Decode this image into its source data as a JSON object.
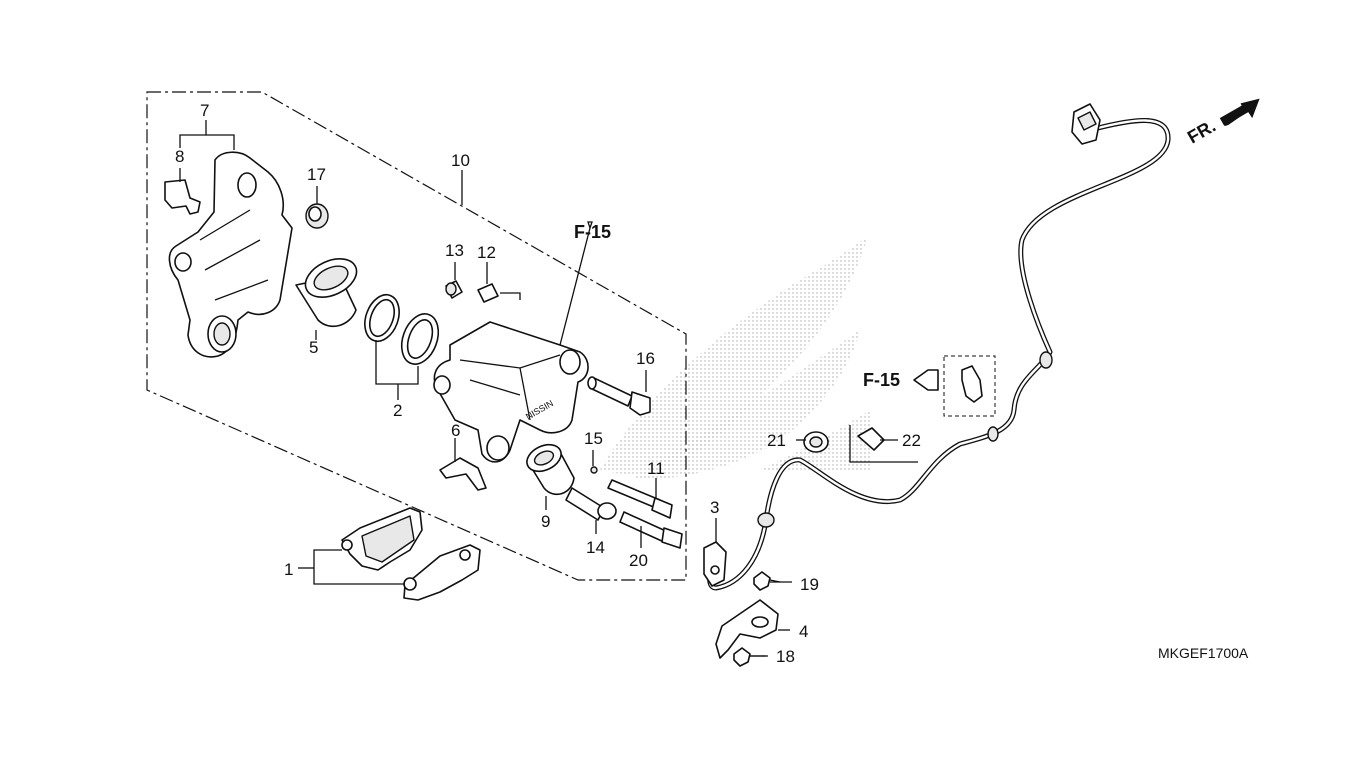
{
  "diagram": {
    "code": "MKGEF1700A",
    "direction_label": "FR.",
    "ref_top": "F-15",
    "ref_right": "F-15",
    "callouts": {
      "c1": "1",
      "c2": "2",
      "c3": "3",
      "c4": "4",
      "c5": "5",
      "c6": "6",
      "c7": "7",
      "c8": "8",
      "c9": "9",
      "c10": "10",
      "c11": "11",
      "c12": "12",
      "c13": "13",
      "c14": "14",
      "c15": "15",
      "c16": "16",
      "c17": "17",
      "c18": "18",
      "c19": "19",
      "c20": "20",
      "c21": "21",
      "c22": "22"
    }
  }
}
